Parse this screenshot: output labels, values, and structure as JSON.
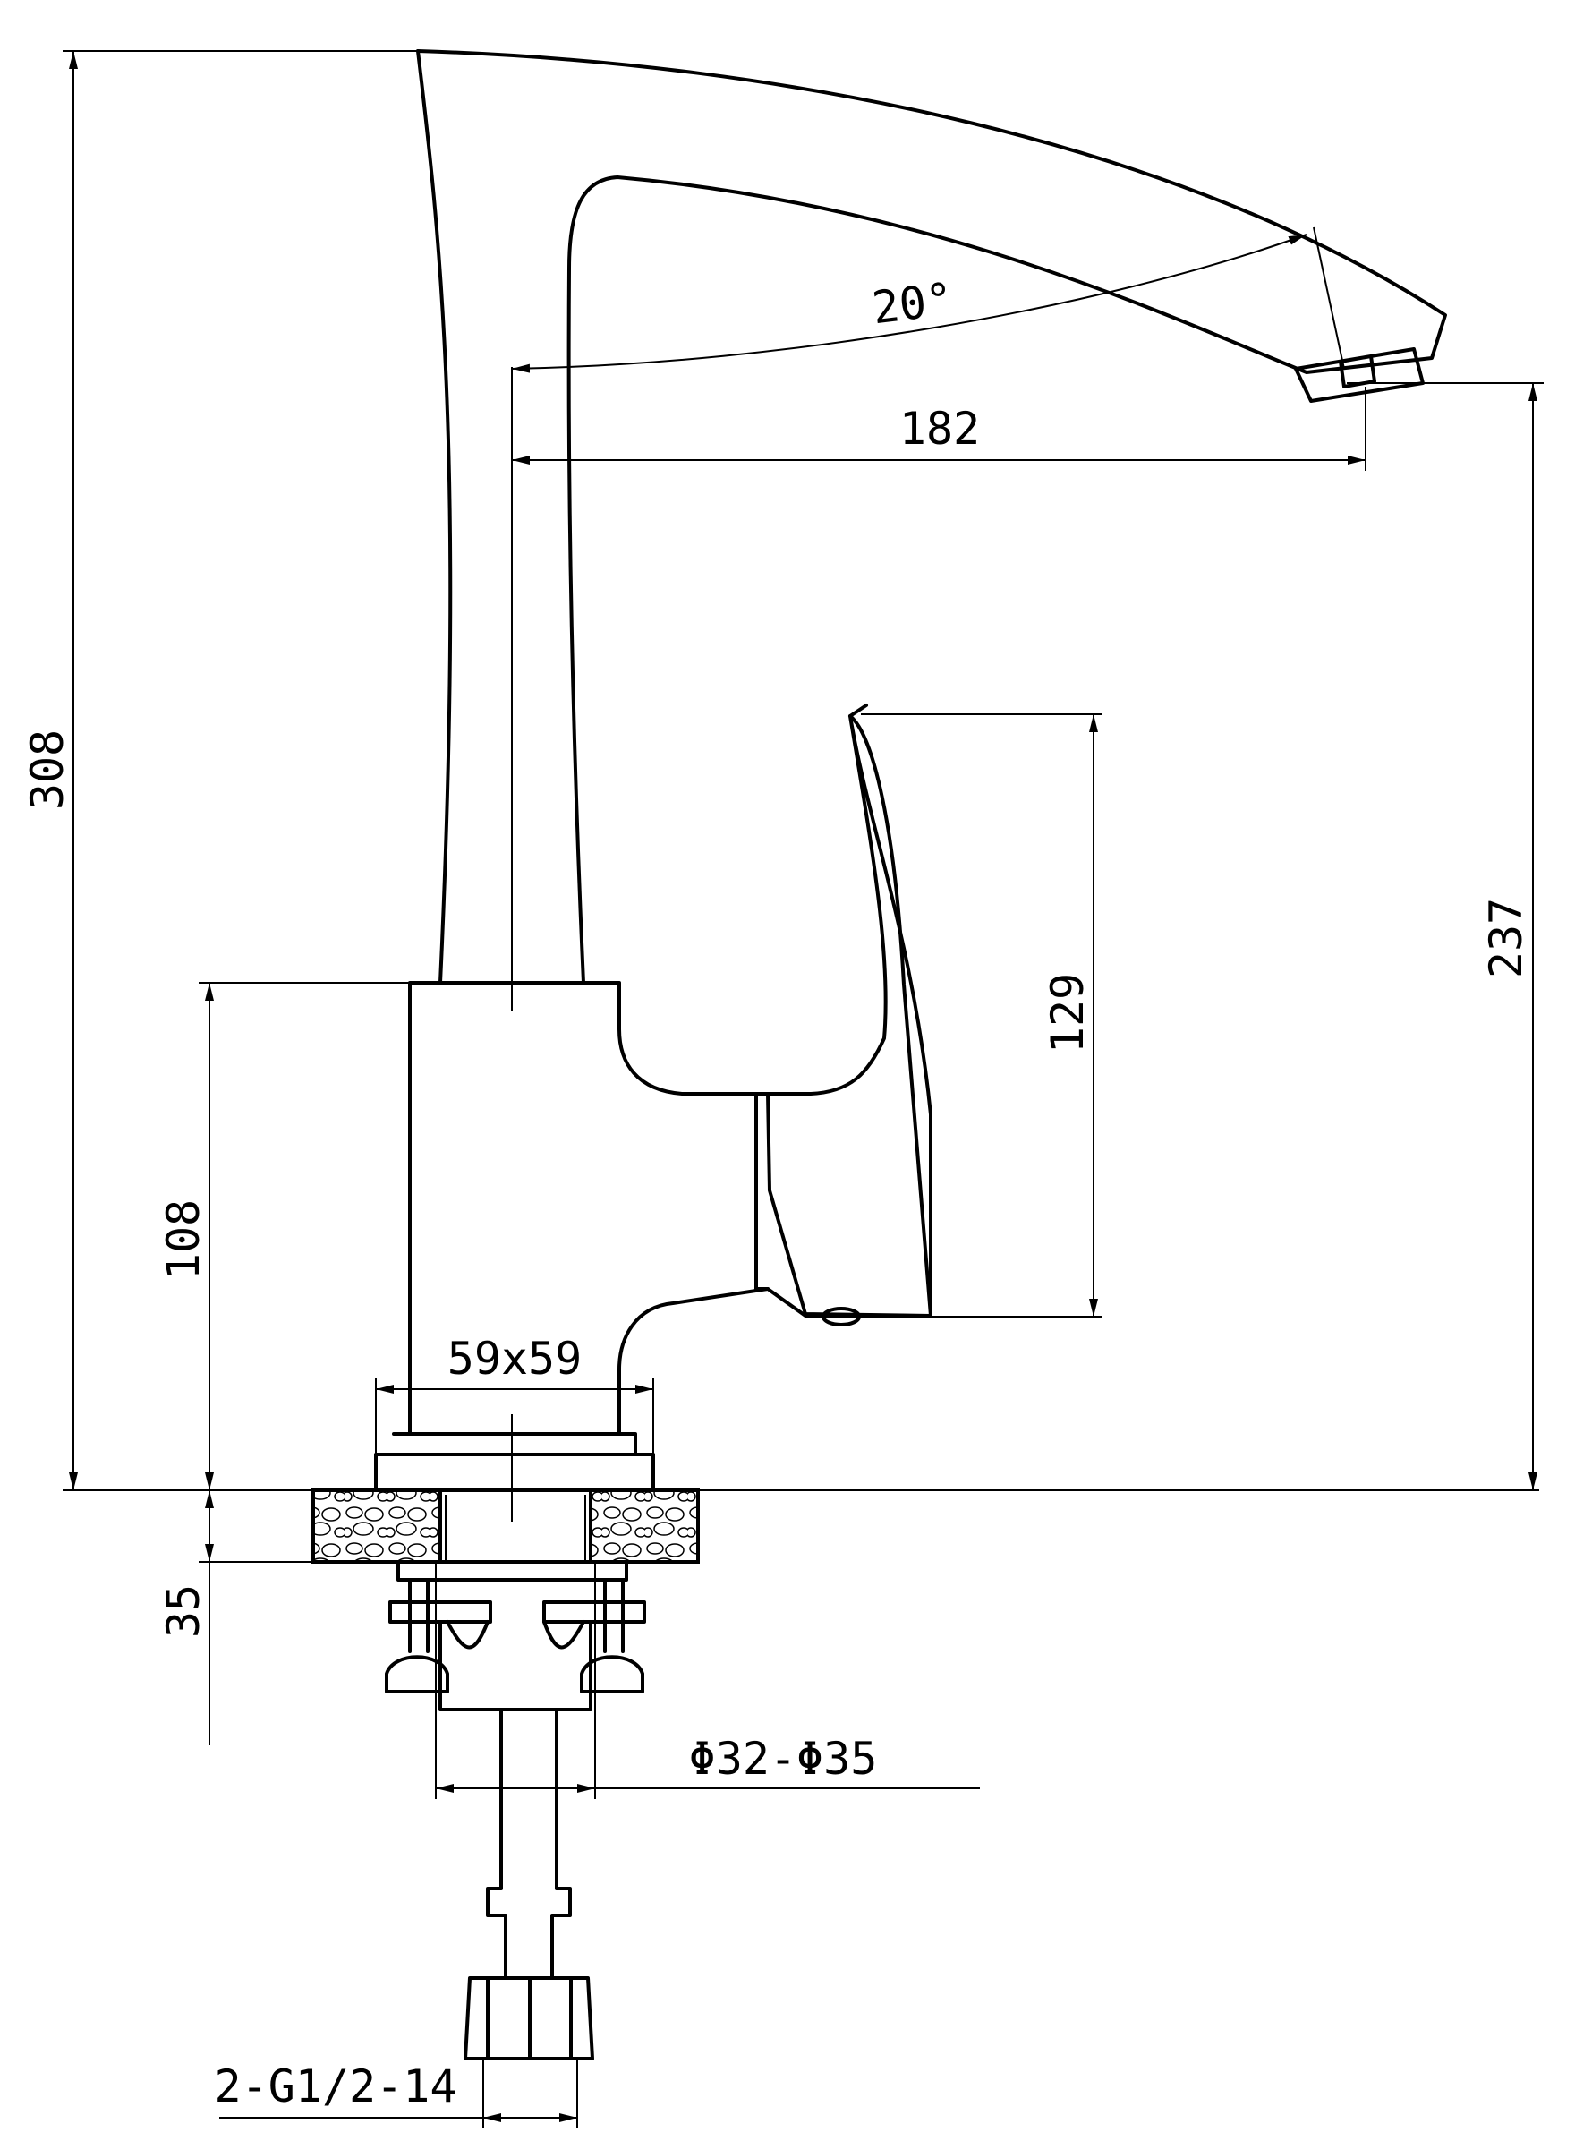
{
  "drawing": {
    "dimensions": {
      "overall_height": "308",
      "spout_height": "237",
      "spout_reach": "182",
      "spout_angle": "20°",
      "handle_height": "129",
      "body_height": "108",
      "base_size": "59x59",
      "counter_thickness": "35",
      "hole_diameter": "Φ32-Φ35",
      "connection_thread": "2-G1/2-14"
    },
    "colors": {
      "line": "#000000",
      "paper": "#ffffff"
    }
  }
}
